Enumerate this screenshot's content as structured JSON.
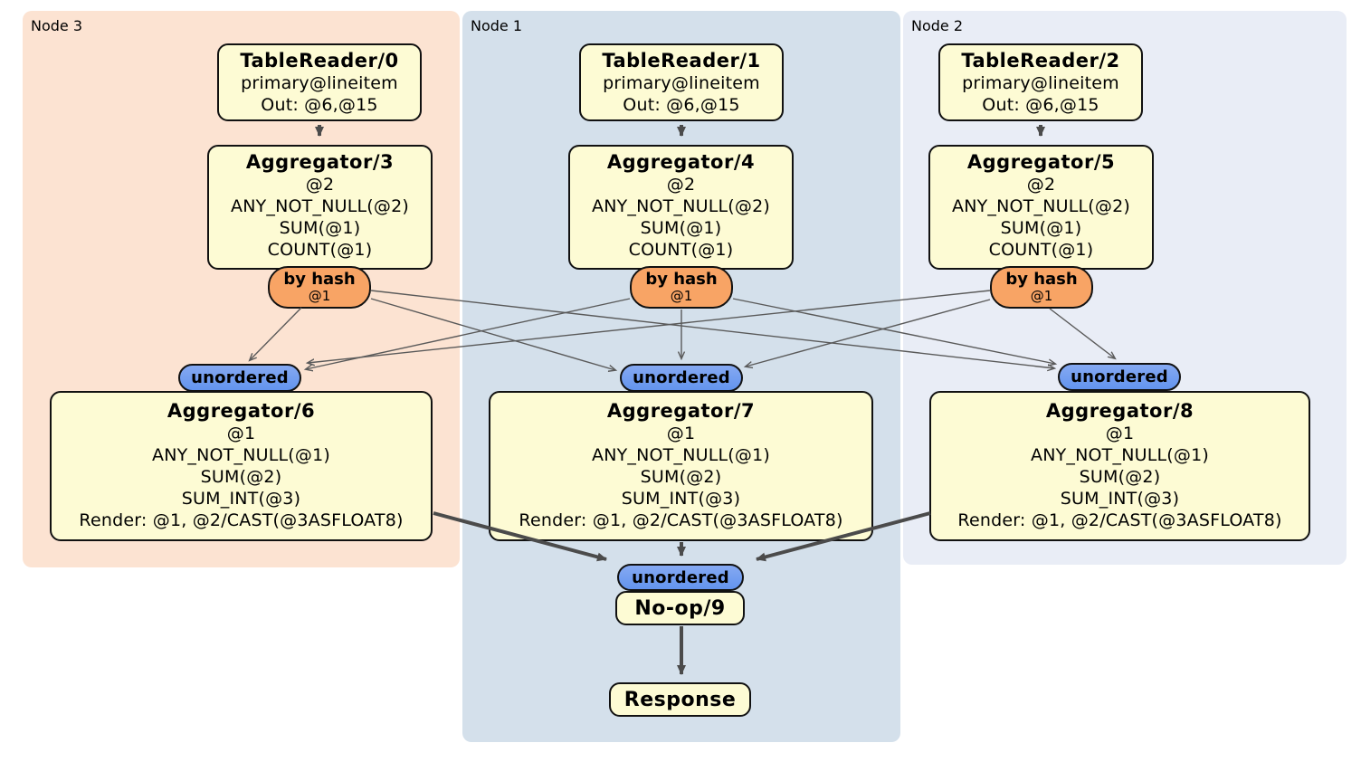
{
  "panels": [
    {
      "label": "Node 3"
    },
    {
      "label": "Node 1"
    },
    {
      "label": "Node 2"
    }
  ],
  "boxes": {
    "tr0": {
      "title": "TableReader/0",
      "lines": [
        "primary@lineitem",
        "Out: @6,@15"
      ]
    },
    "tr1": {
      "title": "TableReader/1",
      "lines": [
        "primary@lineitem",
        "Out: @6,@15"
      ]
    },
    "tr2": {
      "title": "TableReader/2",
      "lines": [
        "primary@lineitem",
        "Out: @6,@15"
      ]
    },
    "ag3": {
      "title": "Aggregator/3",
      "lines": [
        "@2",
        "ANY_NOT_NULL(@2)",
        "SUM(@1)",
        "COUNT(@1)"
      ]
    },
    "ag4": {
      "title": "Aggregator/4",
      "lines": [
        "@2",
        "ANY_NOT_NULL(@2)",
        "SUM(@1)",
        "COUNT(@1)"
      ]
    },
    "ag5": {
      "title": "Aggregator/5",
      "lines": [
        "@2",
        "ANY_NOT_NULL(@2)",
        "SUM(@1)",
        "COUNT(@1)"
      ]
    },
    "ag6": {
      "title": "Aggregator/6",
      "lines": [
        "@1",
        "ANY_NOT_NULL(@1)",
        "SUM(@2)",
        "SUM_INT(@3)",
        "Render: @1, @2/CAST(@3ASFLOAT8)"
      ]
    },
    "ag7": {
      "title": "Aggregator/7",
      "lines": [
        "@1",
        "ANY_NOT_NULL(@1)",
        "SUM(@2)",
        "SUM_INT(@3)",
        "Render: @1, @2/CAST(@3ASFLOAT8)"
      ]
    },
    "ag8": {
      "title": "Aggregator/8",
      "lines": [
        "@1",
        "ANY_NOT_NULL(@1)",
        "SUM(@2)",
        "SUM_INT(@3)",
        "Render: @1, @2/CAST(@3ASFLOAT8)"
      ]
    },
    "noop": {
      "title": "No-op/9"
    },
    "response": {
      "title": "Response"
    }
  },
  "routers": [
    {
      "label": "by hash",
      "detail": "@1"
    },
    {
      "label": "by hash",
      "detail": "@1"
    },
    {
      "label": "by hash",
      "detail": "@1"
    }
  ],
  "synchronizers": [
    {
      "label": "unordered"
    },
    {
      "label": "unordered"
    },
    {
      "label": "unordered"
    },
    {
      "label": "unordered"
    }
  ],
  "colors": {
    "node3_panel": "#fce3d2",
    "node1_panel": "#d4e0eb",
    "node2_panel": "#e9edf6",
    "processor_fill": "#fdfbd4",
    "router_fill": "#f8a465",
    "synchronizer_fill": "#6f9ef0",
    "edge_thick": "#4b4b4b",
    "edge_thin": "#5a5a5a"
  }
}
